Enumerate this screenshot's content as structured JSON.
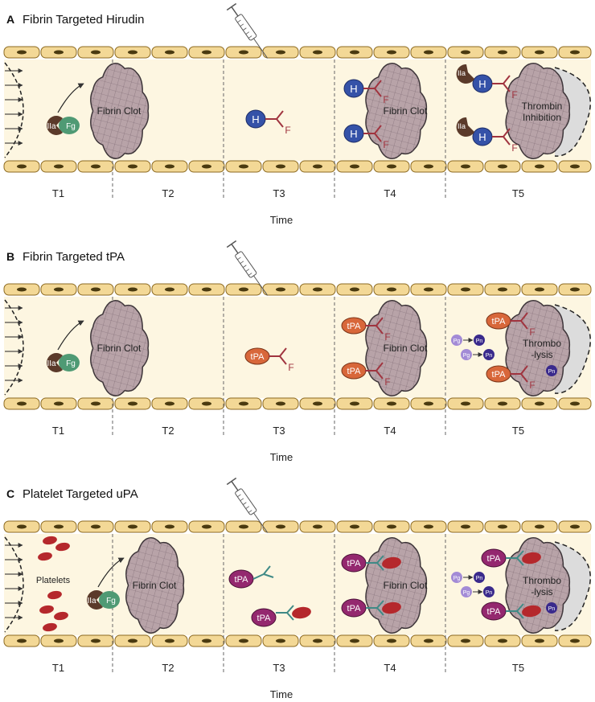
{
  "panels": [
    {
      "letter": "A",
      "title": "Fibrin Targeted Hirudin",
      "variant": "hirudin",
      "labels": {
        "enzyme": "IIa",
        "fibrinogen": "Fg",
        "clot_t1": "Fibrin Clot",
        "clot_t4": "Fibrin Clot",
        "t5_line1": "Thrombin",
        "t5_line2": "Inhibition",
        "drug": "H",
        "ligand": "F"
      },
      "times": [
        "T1",
        "T2",
        "T3",
        "T4",
        "T5"
      ],
      "axis_label": "Time"
    },
    {
      "letter": "B",
      "title": "Fibrin Targeted tPA",
      "variant": "tpa",
      "labels": {
        "enzyme": "IIa",
        "fibrinogen": "Fg",
        "clot_t1": "Fibrin Clot",
        "clot_t4": "Fibrin Clot",
        "t5_line1": "Thrombo",
        "t5_line2": "-lysis",
        "drug": "tPA",
        "ligand": "F",
        "plasminogen": "Pg",
        "plasmin": "Pn"
      },
      "times": [
        "T1",
        "T2",
        "T3",
        "T4",
        "T5"
      ],
      "axis_label": "Time"
    },
    {
      "letter": "C",
      "title": "Platelet Targeted uPA",
      "variant": "platelet",
      "labels": {
        "platelets": "Platelets",
        "enzyme": "IIa",
        "fibrinogen": "Fg",
        "clot_t1": "Fibrin Clot",
        "clot_t4": "Fibrin Clot",
        "t5_line1": "Thrombo",
        "t5_line2": "-lysis",
        "drug": "tPA",
        "plasminogen": "Pg",
        "plasmin": "Pn"
      },
      "times": [
        "T1",
        "T2",
        "T3",
        "T4",
        "T5"
      ],
      "axis_label": "Time"
    }
  ],
  "colors": {
    "lumen": "#fdf6e1",
    "cell": "#f3d896",
    "cell_stroke": "#8c6a22",
    "nucleus": "#4a3a10",
    "clot": "#b8a3a8",
    "clot_stroke": "#3c3438",
    "thrombin": "#5b3a2a",
    "fibrinogen": "#4f9a74",
    "hirudin": "#3552a8",
    "fibrin_ab": "#a0343f",
    "tpa_b": "#d8673a",
    "tpa_c": "#94286f",
    "platelet": "#b5282c",
    "plt_ab": "#3f8a86",
    "pg": "#a38bd6",
    "pn": "#3a2a8c"
  }
}
